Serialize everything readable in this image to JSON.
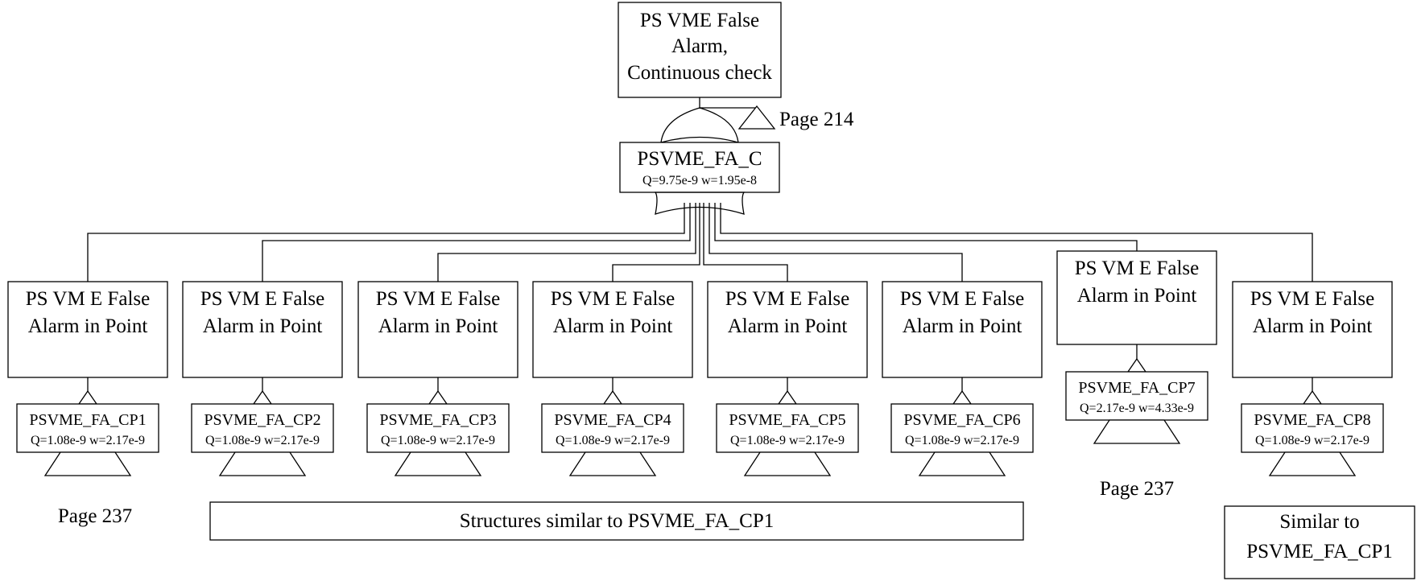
{
  "top_event": {
    "lines": [
      "PS VME False",
      "Alarm,",
      "Continuous check"
    ],
    "page_ref": "Page 214"
  },
  "top_gate": {
    "id": "PSVME_FA_C",
    "values": "Q=9.75e-9 w=1.95e-8"
  },
  "children": [
    {
      "lines": [
        "PS VM E False",
        "Alarm in Point"
      ],
      "id": "PSVME_FA_CP1",
      "values": "Q=1.08e-9 w=2.17e-9"
    },
    {
      "lines": [
        "PS VM E False",
        "Alarm in Point"
      ],
      "id": "PSVME_FA_CP2",
      "values": "Q=1.08e-9 w=2.17e-9"
    },
    {
      "lines": [
        "PS VM E False",
        "Alarm in Point"
      ],
      "id": "PSVME_FA_CP3",
      "values": "Q=1.08e-9 w=2.17e-9"
    },
    {
      "lines": [
        "PS VM E False",
        "Alarm in Point"
      ],
      "id": "PSVME_FA_CP4",
      "values": "Q=1.08e-9 w=2.17e-9"
    },
    {
      "lines": [
        "PS VM E False",
        "Alarm in Point"
      ],
      "id": "PSVME_FA_CP5",
      "values": "Q=1.08e-9 w=2.17e-9"
    },
    {
      "lines": [
        "PS VM E False",
        "Alarm in Point"
      ],
      "id": "PSVME_FA_CP6",
      "values": "Q=1.08e-9 w=2.17e-9"
    },
    {
      "lines": [
        "PS VM E False",
        "Alarm in Point"
      ],
      "id": "PSVME_FA_CP7",
      "values": "Q=2.17e-9 w=4.33e-9"
    },
    {
      "lines": [
        "PS VM E False",
        "Alarm in Point"
      ],
      "id": "PSVME_FA_CP8",
      "values": "Q=1.08e-9 w=2.17e-9"
    }
  ],
  "annotations": {
    "page_ref_cp1": "Page 237",
    "page_ref_cp7": "Page 237",
    "similar_note": "Structures similar to PSVME_FA_CP1",
    "similar_box": [
      "Similar to",
      "PSVME_FA_CP1"
    ]
  }
}
